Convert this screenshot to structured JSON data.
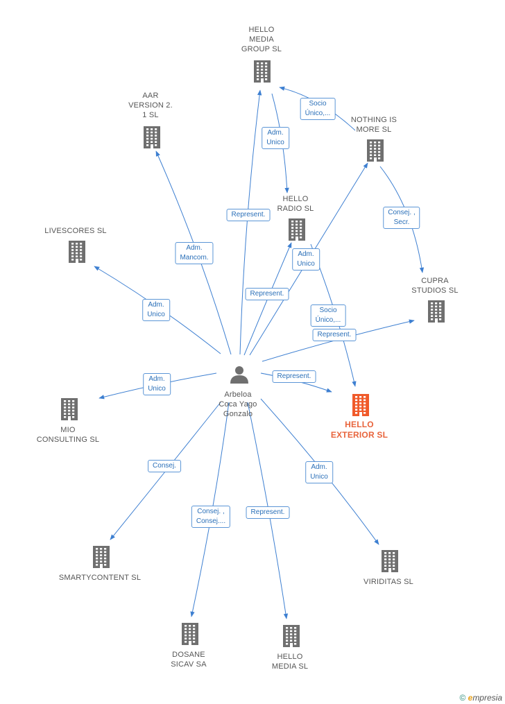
{
  "colors": {
    "edge": "#3d7fd1",
    "building": "#6f6f6f",
    "highlight": "#f05a2a",
    "person": "#6f6f6f"
  },
  "center": {
    "lines": [
      "Arbeloa",
      "Coca Yago",
      "Gonzalo"
    ],
    "icon": "person-icon"
  },
  "nodes": [
    {
      "id": "hello_media_group",
      "lines": [
        "HELLO",
        "MEDIA",
        "GROUP  SL"
      ],
      "icon": "building-icon"
    },
    {
      "id": "aar_version",
      "lines": [
        "AAR",
        "VERSION 2.",
        "1 SL"
      ],
      "icon": "building-icon"
    },
    {
      "id": "nothing_is_more",
      "lines": [
        "NOTHING IS",
        "MORE SL"
      ],
      "icon": "building-icon"
    },
    {
      "id": "hello_radio",
      "lines": [
        "HELLO",
        "RADIO  SL"
      ],
      "icon": "building-icon"
    },
    {
      "id": "livescores",
      "lines": [
        "LIVESCORES SL"
      ],
      "icon": "building-icon"
    },
    {
      "id": "cupra_studios",
      "lines": [
        "CUPRA",
        "STUDIOS SL"
      ],
      "icon": "building-icon"
    },
    {
      "id": "hello_exterior",
      "lines": [
        "HELLO",
        "EXTERIOR  SL"
      ],
      "icon": "building-icon",
      "highlight": true
    },
    {
      "id": "mio_consulting",
      "lines": [
        "MIO",
        "CONSULTING SL"
      ],
      "icon": "building-icon"
    },
    {
      "id": "smartycontent",
      "lines": [
        "SMARTYCONTENT SL"
      ],
      "icon": "building-icon"
    },
    {
      "id": "viriditas",
      "lines": [
        "VIRIDITAS SL"
      ],
      "icon": "building-icon"
    },
    {
      "id": "dosane_sicav",
      "lines": [
        "DOSANE",
        "SICAV SA"
      ],
      "icon": "building-icon"
    },
    {
      "id": "hello_media",
      "lines": [
        "HELLO",
        "MEDIA SL"
      ],
      "icon": "building-icon"
    }
  ],
  "edges": [
    {
      "from": "center",
      "to": "hello_media_group",
      "lines": [
        "Represent."
      ]
    },
    {
      "from": "center",
      "to": "aar_version",
      "lines": [
        "Adm.",
        "Mancom."
      ]
    },
    {
      "from": "center",
      "to": "livescores",
      "lines": [
        "Adm.",
        "Unico"
      ]
    },
    {
      "from": "center",
      "to": "hello_radio",
      "lines": [
        "Represent."
      ]
    },
    {
      "from": "center",
      "to": "nothing_is_more",
      "lines": [
        "Adm.",
        "Unico"
      ]
    },
    {
      "from": "center",
      "to": "cupra_studios",
      "lines": [
        "Represent."
      ]
    },
    {
      "from": "center",
      "to": "hello_exterior",
      "lines": [
        "Represent."
      ]
    },
    {
      "from": "center",
      "to": "mio_consulting",
      "lines": [
        "Adm.",
        "Unico"
      ]
    },
    {
      "from": "center",
      "to": "smartycontent",
      "lines": [
        "Consej."
      ]
    },
    {
      "from": "center",
      "to": "dosane_sicav",
      "lines": [
        "Consej. ,",
        "Consej...."
      ]
    },
    {
      "from": "center",
      "to": "hello_media",
      "lines": [
        "Represent."
      ]
    },
    {
      "from": "center",
      "to": "viriditas",
      "lines": [
        "Adm.",
        "Unico"
      ]
    },
    {
      "from": "hello_media_group",
      "to": "hello_radio",
      "lines": [
        "Adm.",
        "Unico"
      ]
    },
    {
      "from": "nothing_is_more",
      "to": "hello_media_group",
      "lines": [
        "Socio",
        "Único,..."
      ]
    },
    {
      "from": "nothing_is_more",
      "to": "cupra_studios",
      "lines": [
        "Consej. ,",
        "Secr."
      ]
    },
    {
      "from": "hello_radio",
      "to": "hello_exterior",
      "lines": [
        "Socio",
        "Único,..."
      ]
    }
  ],
  "footer": {
    "copyright": "©",
    "brand_initial": "e",
    "brand_rest": "mpresia"
  }
}
